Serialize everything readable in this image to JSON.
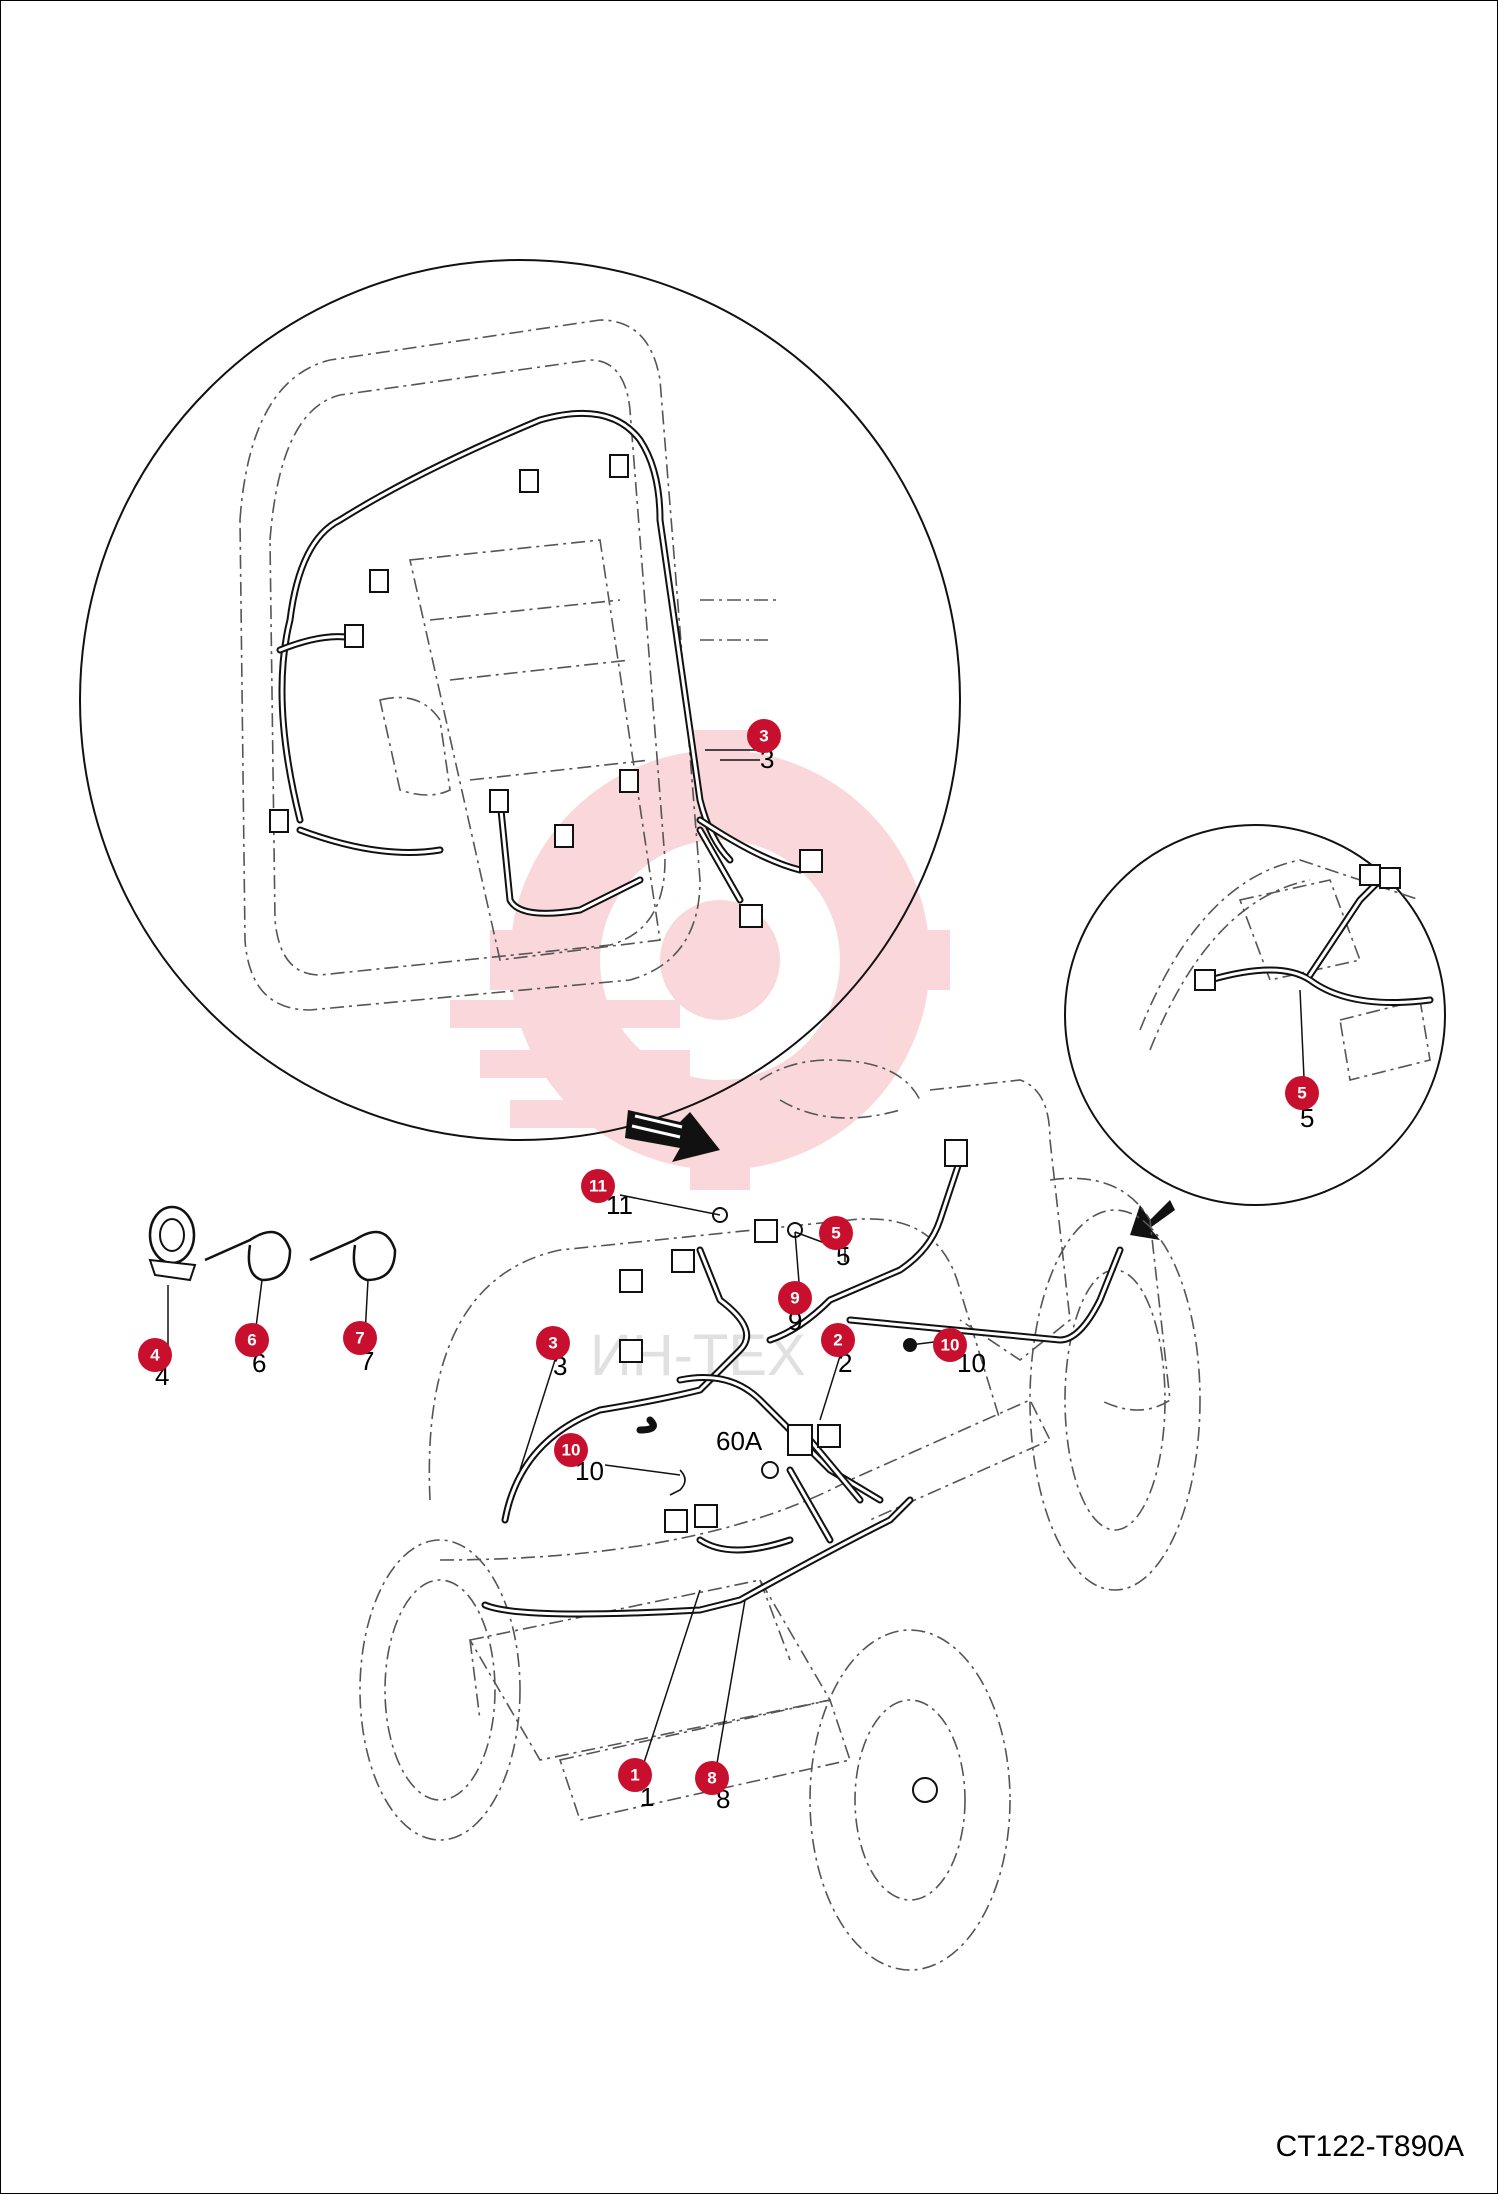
{
  "figure_code": "CT122-T890A",
  "fuse_label": "60A",
  "watermark_text": "ИН-ТЕХ",
  "callouts": [
    {
      "num": "3",
      "text": "3"
    },
    {
      "num": "5",
      "text": "5"
    },
    {
      "num": "11",
      "text": "11"
    },
    {
      "num": "5",
      "text": "5"
    },
    {
      "num": "9",
      "text": "9"
    },
    {
      "num": "2",
      "text": "2"
    },
    {
      "num": "10",
      "text": "10"
    },
    {
      "num": "3",
      "text": "3"
    },
    {
      "num": "10",
      "text": "10"
    },
    {
      "num": "4",
      "text": "4"
    },
    {
      "num": "6",
      "text": "6"
    },
    {
      "num": "7",
      "text": "7"
    },
    {
      "num": "1",
      "text": "1"
    },
    {
      "num": "8",
      "text": "8"
    }
  ],
  "colors": {
    "badge": "#c8102e",
    "watermark": "#f5b8bc",
    "line": "#111111"
  }
}
